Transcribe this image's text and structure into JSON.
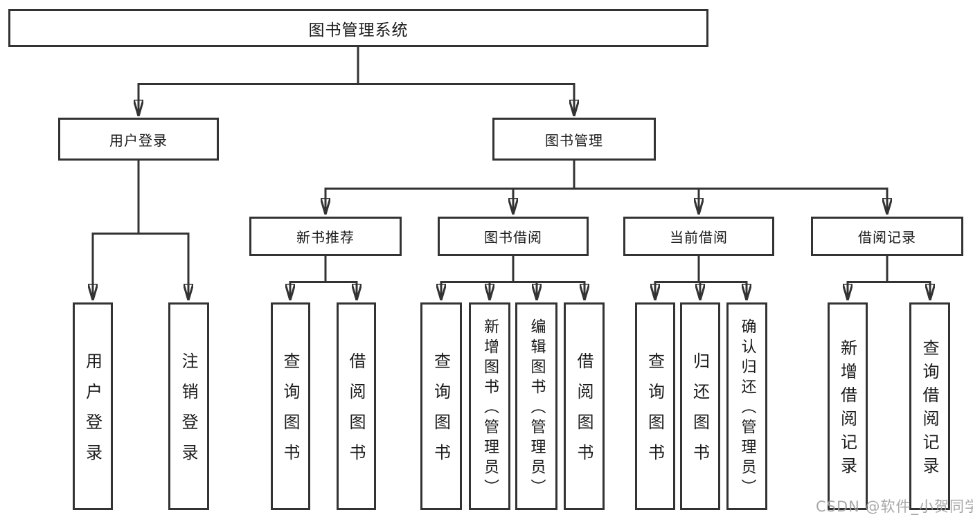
{
  "watermark": {
    "text": "CSDN @软件_小贺同学"
  },
  "colors": {
    "line": "#333333",
    "box_border": "#333333",
    "box_fill": "#ffffff",
    "text": "#1a1a1a",
    "watermark": "#9e9e9e",
    "background": "#ffffff"
  },
  "tree": {
    "root": {
      "label": "图书管理系统"
    },
    "children": [
      {
        "label": "用户登录",
        "children": [
          {
            "label": "用户登录"
          },
          {
            "label": "注销登录"
          }
        ]
      },
      {
        "label": "图书管理",
        "children": [
          {
            "label": "新书推荐",
            "children": [
              {
                "label": "查询图书"
              },
              {
                "label": "借阅图书"
              }
            ]
          },
          {
            "label": "图书借阅",
            "children": [
              {
                "label": "查询图书"
              },
              {
                "label": "新增图书（管理员）"
              },
              {
                "label": "编辑图书（管理员）"
              },
              {
                "label": "借阅图书"
              }
            ]
          },
          {
            "label": "当前借阅",
            "children": [
              {
                "label": "查询图书"
              },
              {
                "label": "归还图书"
              },
              {
                "label": "确认归还（管理员）"
              }
            ]
          },
          {
            "label": "借阅记录",
            "children": [
              {
                "label": "新增借阅记录"
              },
              {
                "label": "查询借阅记录"
              }
            ]
          }
        ]
      }
    ]
  }
}
